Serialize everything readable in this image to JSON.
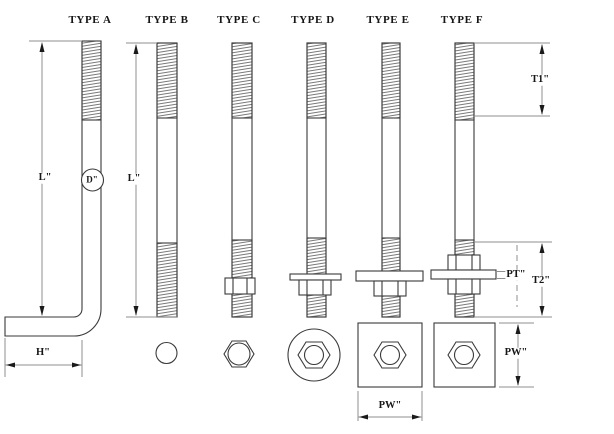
{
  "diagram": {
    "description": "Anchor bolt types line drawing",
    "types": [
      {
        "label": "TYPE A"
      },
      {
        "label": "TYPE B"
      },
      {
        "label": "TYPE C"
      },
      {
        "label": "TYPE D"
      },
      {
        "label": "TYPE E"
      },
      {
        "label": "TYPE F"
      }
    ],
    "dimensions": {
      "length": "L\"",
      "diameter": "D\"",
      "hook_length": "H\"",
      "top_thread_length": "T1\"",
      "bottom_thread_length": "T2\"",
      "plate_thickness": "PT\"",
      "plate_width": "PW\""
    },
    "colors": {
      "background": "#ffffff",
      "object_line": "#3a3a3a",
      "dimension_line": "#8f8f8f",
      "arrow": "#1a1a1a",
      "thread_hatch": "#6a6a6a"
    }
  }
}
